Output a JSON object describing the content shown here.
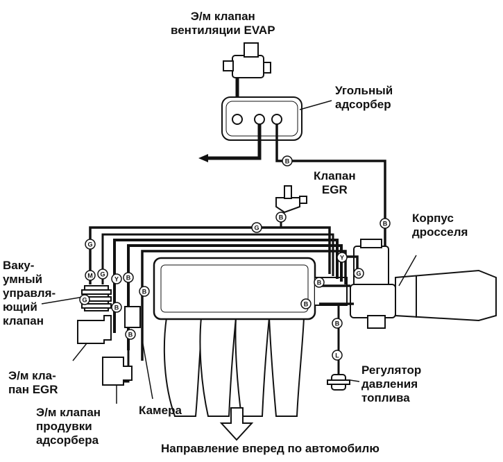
{
  "labels": {
    "evap_valve": "Э/м клапан\nвентиляции EVAP",
    "charcoal_canister": "Угольный\nадсорбер",
    "egr_valve": "Клапан\nEGR",
    "throttle_body": "Корпус\nдросселя",
    "vacuum_control_valve": "Ваку-\nумный\nуправля-\nющий\nклапан",
    "egr_solenoid": "Э/м кла-\nпан EGR",
    "purge_solenoid": "Э/м клапан\nпродувки\nадсорбера",
    "chamber": "Камера",
    "fuel_pressure_regulator": "Регулятор\nдавления\nтоплива",
    "forward_direction": "Направление вперед по автомобилю"
  },
  "hose_tags": {
    "b": "B",
    "g": "G",
    "y": "Y",
    "m": "M",
    "l": "L"
  }
}
